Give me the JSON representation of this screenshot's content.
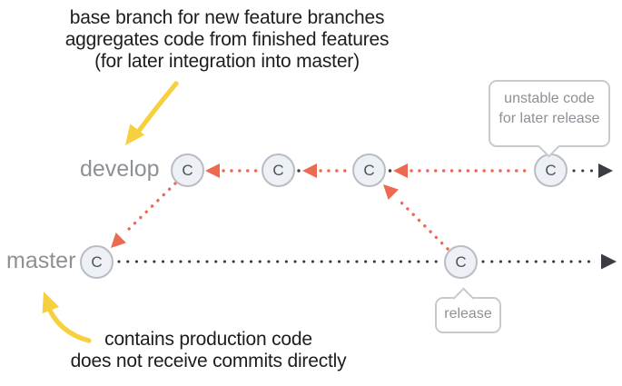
{
  "annotations": {
    "develop_note": {
      "line1": "base branch for new feature branches",
      "line2": "aggregates code from finished features",
      "line3": "(for later integration into master)"
    },
    "master_note": {
      "line1": "contains production code",
      "line2": "does not receive commits directly"
    }
  },
  "branches": {
    "develop": {
      "label": "develop"
    },
    "master": {
      "label": "master"
    }
  },
  "commit_letter": "C",
  "callouts": {
    "unstable": {
      "line1": "unstable code",
      "line2": "for later release"
    },
    "release": {
      "label": "release"
    }
  },
  "colors": {
    "accent_red": "#ec6a51",
    "accent_yellow": "#f6d03e",
    "line_dark": "#3a3d42",
    "commit_fill": "#edf0f5",
    "commit_border": "#b9bdc3",
    "text_gray": "#8d9196",
    "text_dark": "#1d1d1f",
    "callout_border": "#c6cacf"
  }
}
